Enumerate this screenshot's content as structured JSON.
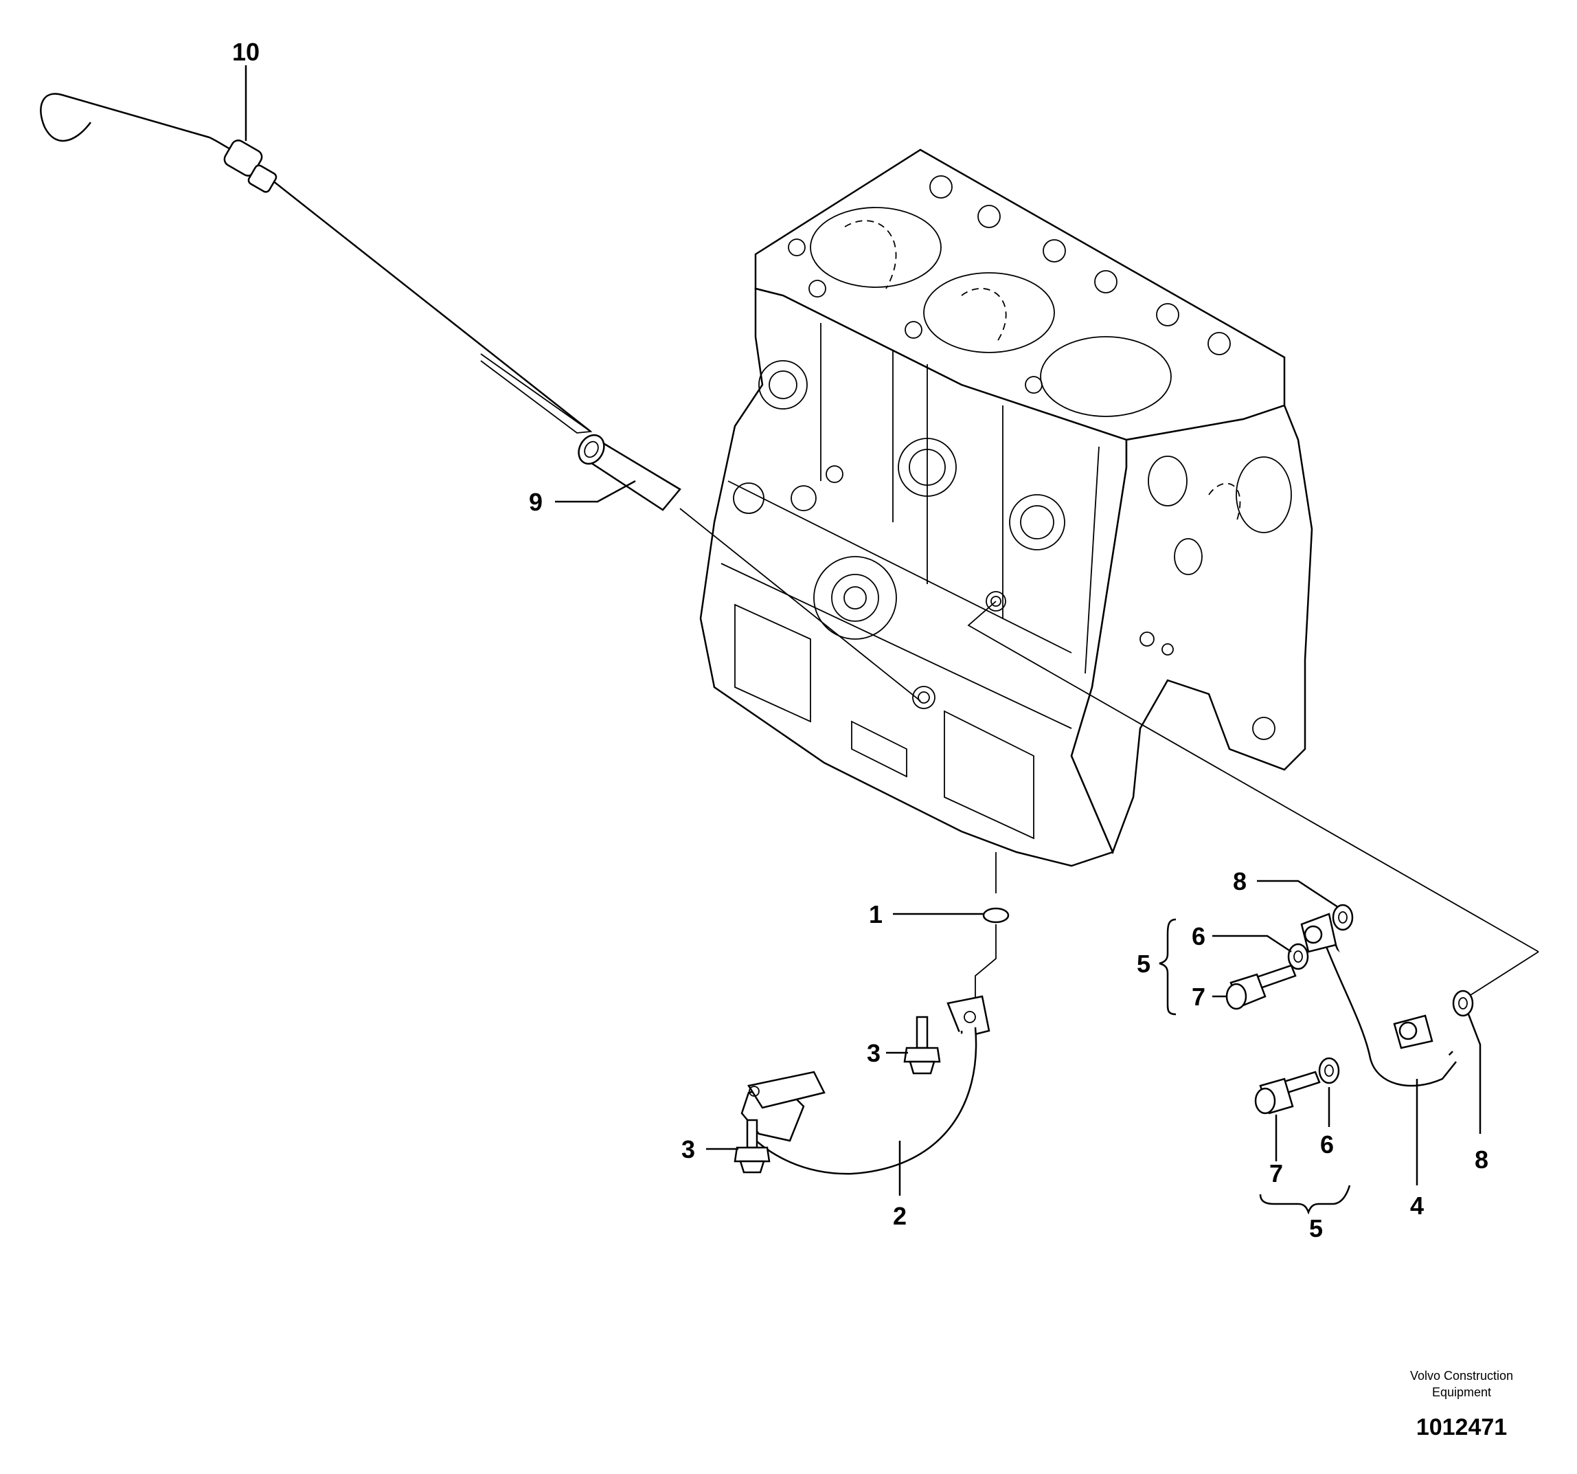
{
  "callouts": {
    "c1": "1",
    "c2": "2",
    "c3a": "3",
    "c3b": "3",
    "c4": "4",
    "c5a": "5",
    "c5b": "5",
    "c6a": "6",
    "c6b": "6",
    "c7a": "7",
    "c7b": "7",
    "c8a": "8",
    "c8b": "8",
    "c9": "9",
    "c10": "10"
  },
  "footer": {
    "brand_line1": "Volvo Construction",
    "brand_line2": "Equipment",
    "doc_number": "1012471"
  }
}
